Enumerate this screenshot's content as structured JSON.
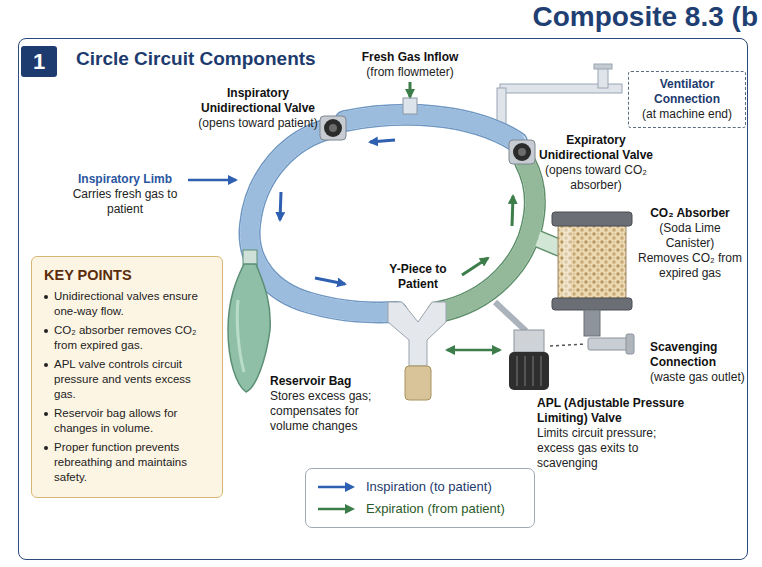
{
  "diagram": {
    "title": "Composite 8.3 (b",
    "nodes": [
      {
        "text": [
          "Circle Circuit Components"
        ]
      },
      {
        "text": [
          "1"
        ],
        "in": 0
      },
      {
        "text": [
          "Ventilator Connection",
          "(at machine end)"
        ],
        "in": 0
      },
      {
        "text": [
          "KEY POINTS",
          "Unidirectional valves ensure one-way flow.",
          "CO₂ absorber removes CO₂ from expired gas.",
          "APL valve controls circuit pressure and vents excess gas.",
          "Reservoir bag allows for changes in volume.",
          "Proper function prevents rebreathing and maintains safety."
        ],
        "in": 0
      }
    ],
    "labels": [
      "Fresh Gas Inflow",
      "(from flowmeter)",
      "Inspiratory Unidirectional Valve",
      "(opens toward patient)",
      "Inspiratory Limb",
      "Carries fresh gas to patient",
      "Expiratory Unidirectional Valve",
      "(opens toward CO₂ absorber)",
      "CO₂ Absorber",
      "(Soda Lime Canister)",
      "Removes CO₂ from expired gas",
      "Y-Piece to Patient",
      "Reservoir Bag",
      "Stores excess gas; compensates for volume changes",
      "APL (Adjustable Pressure Limiting) Valve",
      "Limits circuit pressure; excess gas exits to scavenging",
      "Scavenging Connection",
      "(waste gas outlet)"
    ],
    "legend": [
      {
        "text": "Inspiration (to patient)"
      },
      {
        "text": "Expiration (from patient)"
      }
    ]
  }
}
